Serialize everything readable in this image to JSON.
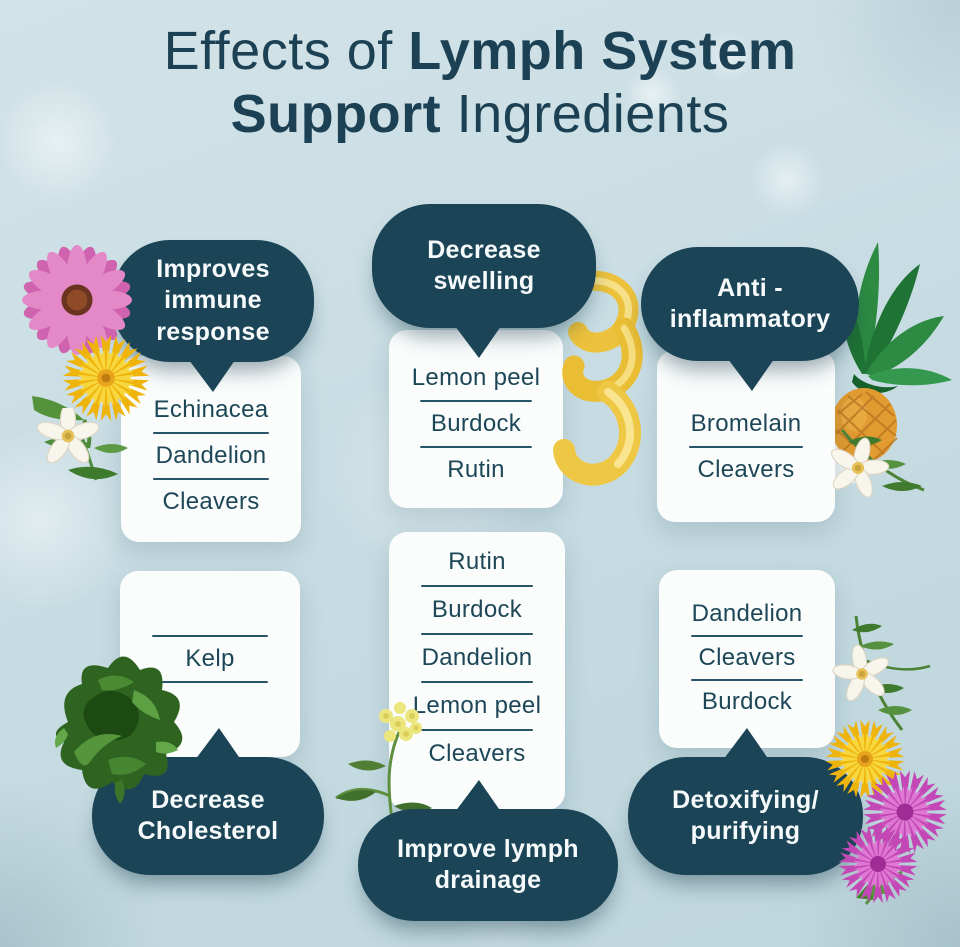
{
  "title": {
    "regular_1": "Effects of",
    "bold_1": "Lymph System",
    "bold_2": "Support",
    "regular_2": "Ingredients"
  },
  "groups": [
    {
      "effect": "Improves immune response",
      "ingredients": [
        "Echinacea",
        "Dandelion",
        "Cleavers"
      ]
    },
    {
      "effect": "Decrease swelling",
      "ingredients": [
        "Lemon peel",
        "Burdock",
        "Rutin"
      ]
    },
    {
      "effect": "Anti - inflammatory",
      "ingredients": [
        "Bromelain",
        "Cleavers"
      ]
    },
    {
      "effect": "Decrease Cholesterol",
      "ingredients": [
        "Kelp"
      ]
    },
    {
      "effect": "Improve lymph drainage",
      "ingredients": [
        "Rutin",
        "Burdock",
        "Dandelion",
        "Lemon peel",
        "Cleavers"
      ]
    },
    {
      "effect": "Detoxifying/purifying",
      "ingredients": [
        "Dandelion",
        "Cleavers",
        "Burdock"
      ]
    }
  ],
  "colors": {
    "background": "#c8dde3",
    "bubble": "#1b4457",
    "card": "#fbfdfd",
    "text_dark": "#1d4757",
    "text_light": "#f6fafb"
  },
  "decorations": [
    "echinacea-flower",
    "dandelion-flower",
    "white-blossom-sprig",
    "lemon-peel",
    "pineapple",
    "pineapple-blossom-sprig",
    "kelp",
    "yellow-blossom-sprig",
    "cleavers-sprig",
    "dandelion-flower",
    "milk-thistle-flowers"
  ]
}
